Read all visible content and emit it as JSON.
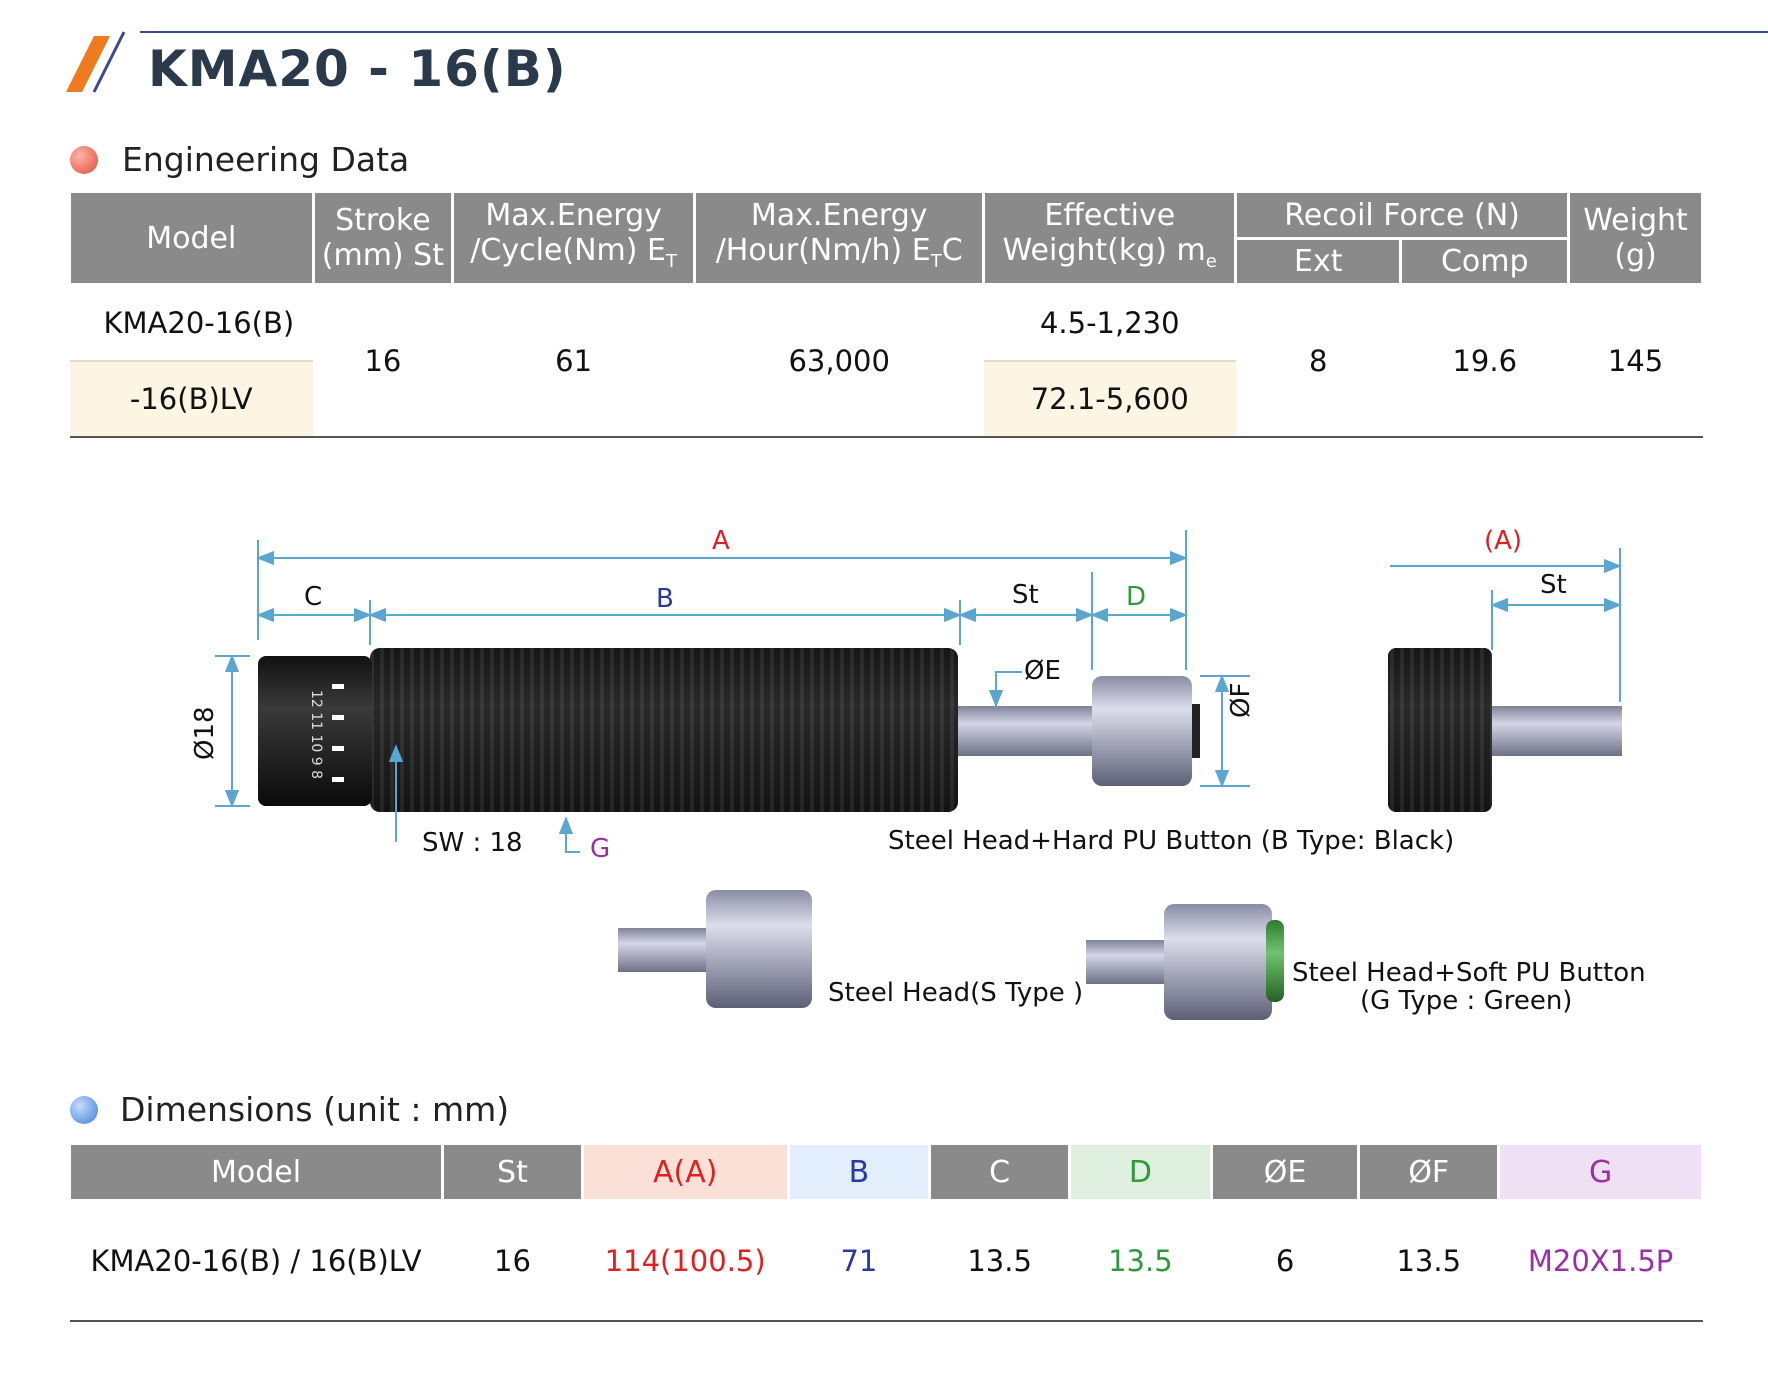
{
  "header": {
    "title": "KMA20 - 16(B)"
  },
  "engineering": {
    "section_title": "Engineering Data",
    "columns": {
      "model": "Model",
      "stroke": [
        "Stroke",
        "(mm) St"
      ],
      "energy_cycle": [
        "Max.Energy",
        "/Cycle(Nm) E",
        "T"
      ],
      "energy_hour": [
        "Max.Energy",
        "/Hour(Nm/h) E",
        "T",
        "C"
      ],
      "eff_weight": [
        "Effective",
        "Weight(kg) m",
        "e"
      ],
      "recoil": "Recoil Force (N)",
      "ext": "Ext",
      "comp": "Comp",
      "weight": [
        "Weight",
        "(g)"
      ]
    },
    "row": {
      "model_1": "KMA20-16(B)",
      "model_2": "-16(B)LV",
      "stroke": "16",
      "energy_cycle": "61",
      "energy_hour": "63,000",
      "eff_weight_1": "4.5-1,230",
      "eff_weight_2": "72.1-5,600",
      "ext": "8",
      "comp": "19.6",
      "weight": "145"
    }
  },
  "drawing": {
    "A": "A",
    "B": "B",
    "C": "C",
    "D": "D",
    "St": "St",
    "St2": "St",
    "A_paren": "(A)",
    "E": "ØE",
    "F": "ØF",
    "dia18": "Ø18",
    "SW": "SW : 18",
    "G": "G",
    "dial": "12 11 10 9 8",
    "b_type": "Steel Head+Hard PU Button (B Type: Black)",
    "s_type": "Steel Head(S Type )",
    "g_type_1": "Steel Head+Soft PU Button",
    "g_type_2": "(G Type : Green)"
  },
  "dimensions": {
    "section_title": "Dimensions (unit : mm)",
    "columns": [
      "Model",
      "St",
      "A(A)",
      "B",
      "C",
      "D",
      "ØE",
      "ØF",
      "G"
    ],
    "row": [
      "KMA20-16(B) / 16(B)LV",
      "16",
      "114(100.5)",
      "71",
      "13.5",
      "13.5",
      "6",
      "13.5",
      "M20X1.5P"
    ]
  },
  "colors": {
    "accent_orange": "#f07a20",
    "accent_navy": "#3b4a8f",
    "header_gray": "#8a8a8a",
    "red": "#e02020",
    "blue": "#2a3a9c",
    "green": "#2e9a3e",
    "purple": "#9a2fa8"
  }
}
